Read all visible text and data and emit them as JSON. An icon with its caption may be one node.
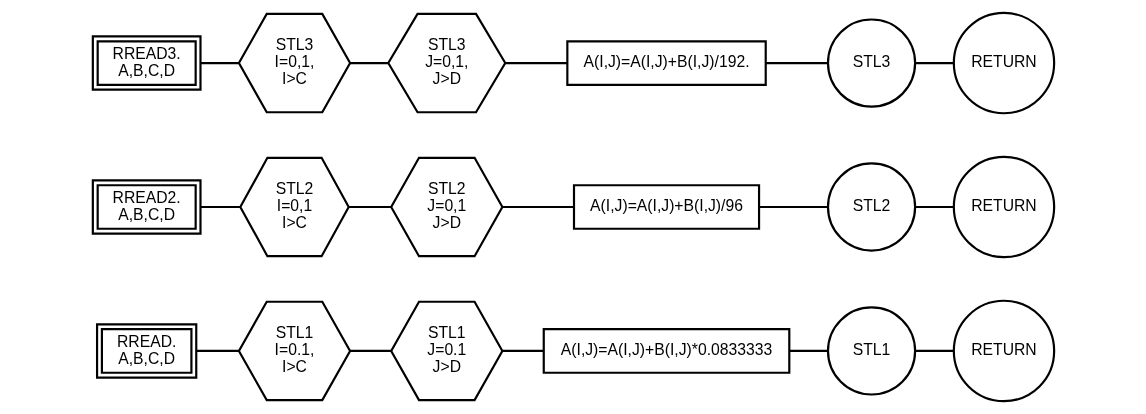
{
  "diagram": {
    "nodes": [
      {
        "text": [
          "RREAD.",
          "A,B,C,D"
        ]
      },
      {
        "text": [
          "STL1",
          "I=0.1,",
          "I>C"
        ]
      },
      {
        "text": [
          "STL1",
          "J=0.1",
          "J>D"
        ]
      },
      {
        "text": [
          "A(I,J)=A(I,J)+B(I,J)*0.0833333"
        ]
      },
      {
        "text": [
          "STL1"
        ]
      },
      {
        "text": [
          "RETURN"
        ]
      },
      {
        "text": [
          "RREAD2.",
          "A,B,C,D"
        ]
      },
      {
        "text": [
          "STL2",
          "I=0,1",
          "I>C"
        ]
      },
      {
        "text": [
          "STL2",
          "J=0,1",
          "J>D"
        ]
      },
      {
        "text": [
          "A(I,J)=A(I,J)+B(I,J)/96"
        ]
      },
      {
        "text": [
          "STL2"
        ]
      },
      {
        "text": [
          "RETURN"
        ]
      },
      {
        "text": [
          "RREAD3.",
          "A,B,C,D"
        ]
      },
      {
        "text": [
          "STL3",
          "I=0,1,",
          "I>C"
        ]
      },
      {
        "text": [
          "STL3",
          "J=0,1,",
          "J>D"
        ]
      },
      {
        "text": [
          "A(I,J)=A(I,J)+B(I,J)/192."
        ]
      },
      {
        "text": [
          "STL3"
        ]
      },
      {
        "text": [
          "RETURN"
        ]
      }
    ],
    "edges": [
      {
        "from": 0,
        "to": 1,
        "arrow": "none"
      },
      {
        "from": 1,
        "to": 2,
        "arrow": "none"
      },
      {
        "from": 2,
        "to": 3,
        "arrow": "none"
      },
      {
        "from": 3,
        "to": 4,
        "arrow": "none"
      },
      {
        "from": 4,
        "to": 5,
        "arrow": "none"
      },
      {
        "from": 6,
        "to": 7,
        "arrow": "none"
      },
      {
        "from": 7,
        "to": 8,
        "arrow": "none"
      },
      {
        "from": 8,
        "to": 9,
        "arrow": "none"
      },
      {
        "from": 9,
        "to": 10,
        "arrow": "none"
      },
      {
        "from": 10,
        "to": 11,
        "arrow": "none"
      },
      {
        "from": 12,
        "to": 13,
        "arrow": "none"
      },
      {
        "from": 13,
        "to": 14,
        "arrow": "none"
      },
      {
        "from": 14,
        "to": 15,
        "arrow": "none"
      },
      {
        "from": 15,
        "to": 16,
        "arrow": "none"
      },
      {
        "from": 16,
        "to": 17,
        "arrow": "none"
      }
    ]
  }
}
